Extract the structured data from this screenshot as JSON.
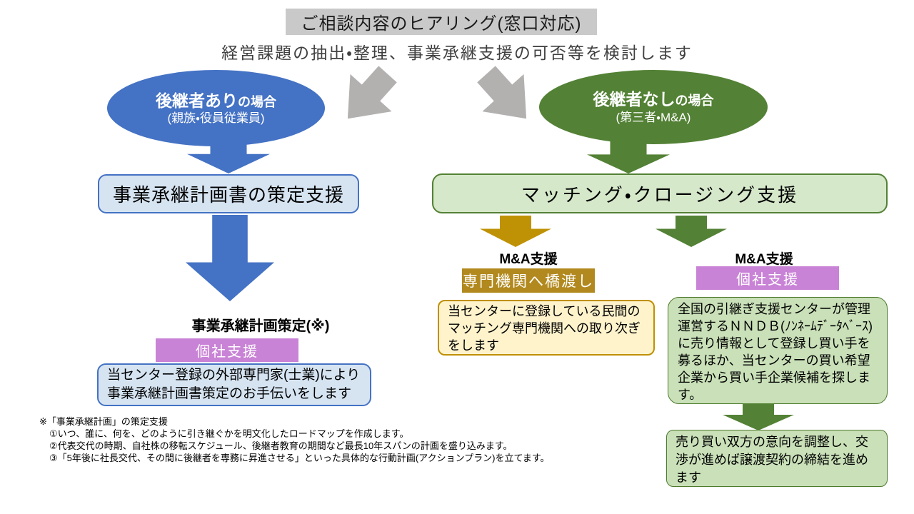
{
  "colors": {
    "gray_title_bg": "#C9C9C9",
    "gray_arrow": "#B3B0B0",
    "blue": "#4472C4",
    "blue_box_fill": "#D6E4F2",
    "green": "#538135",
    "green_dark_border": "#4E7A2D",
    "green_box_fill": "#D5E8CA",
    "nndb_fill": "#C9E0B8",
    "purple": "#C983D6",
    "gold": "#B2891E",
    "gold_arrow": "#BF9206",
    "yellow_fill": "#FFF3CC",
    "yellow_border": "#BF9000"
  },
  "header": {
    "title": "ご相談内容のヒアリング(窓口対応)",
    "subtitle": "経営課題の抽出・整理、事業承継支援の可否等を検討します"
  },
  "left": {
    "case_title": "後継者あり",
    "case_suffix": "の場合",
    "case_sub": "(親族・役員従業員)",
    "plan_support_box": "事業承継計画書の策定支援",
    "plan_label": "事業承継計画策定(※)",
    "tag": "個社支援",
    "desc": "当センター登録の外部専門家(士業)により事業承継計画書策定のお手伝いをします"
  },
  "right": {
    "case_title": "後継者なし",
    "case_suffix": "の場合",
    "case_sub": "(第三者・M&A)",
    "matching_box": "マッチング・クロージング支援",
    "ma_left": {
      "label": "M&A支援",
      "tag": "専門機関へ橋渡し",
      "desc": "当センターに登録している民間のマッチング専門機関への取り次ぎをします"
    },
    "ma_right": {
      "label": "M&A支援",
      "tag": "個社支援",
      "desc": "全国の引継ぎ支援センターが管理運営するＮＮＤＢ(ﾉﾝﾈｰﾑﾃﾞｰﾀﾍﾞｰｽ)に売り情報として登録し買い手を募るほか、当センターの買い希望企業から買い手企業候補を探します。",
      "closing": "売り買い双方の意向を調整し、交渉が進めば譲渡契約の締結を進めます"
    }
  },
  "footnote": {
    "title": "※「事業承継計画」の策定支援",
    "items": [
      "①いつ、誰に、何を、どのように引き継ぐかを明文化したロードマップを作成します。",
      "②代表交代の時期、自社株の移転スケジュール、後継者教育の期間など最長10年スパンの計画を盛り込みます。",
      "③「5年後に社長交代、その間に後継者を専務に昇進させる」といった具体的な行動計画(アクションプラン)を立てます。"
    ]
  }
}
